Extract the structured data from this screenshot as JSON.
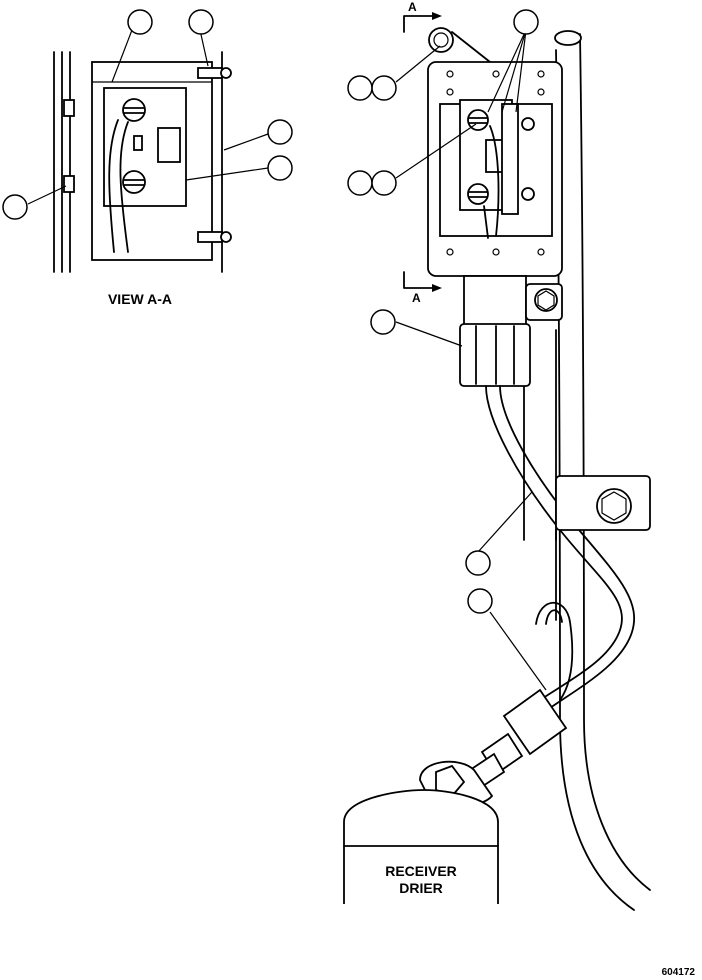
{
  "view_title": "VIEW A-A",
  "section_marker": "A",
  "component_label_line1": "RECEIVER",
  "component_label_line2": "DRIER",
  "figure_number": "604172",
  "colors": {
    "ink": "#000000",
    "paper": "#ffffff"
  }
}
